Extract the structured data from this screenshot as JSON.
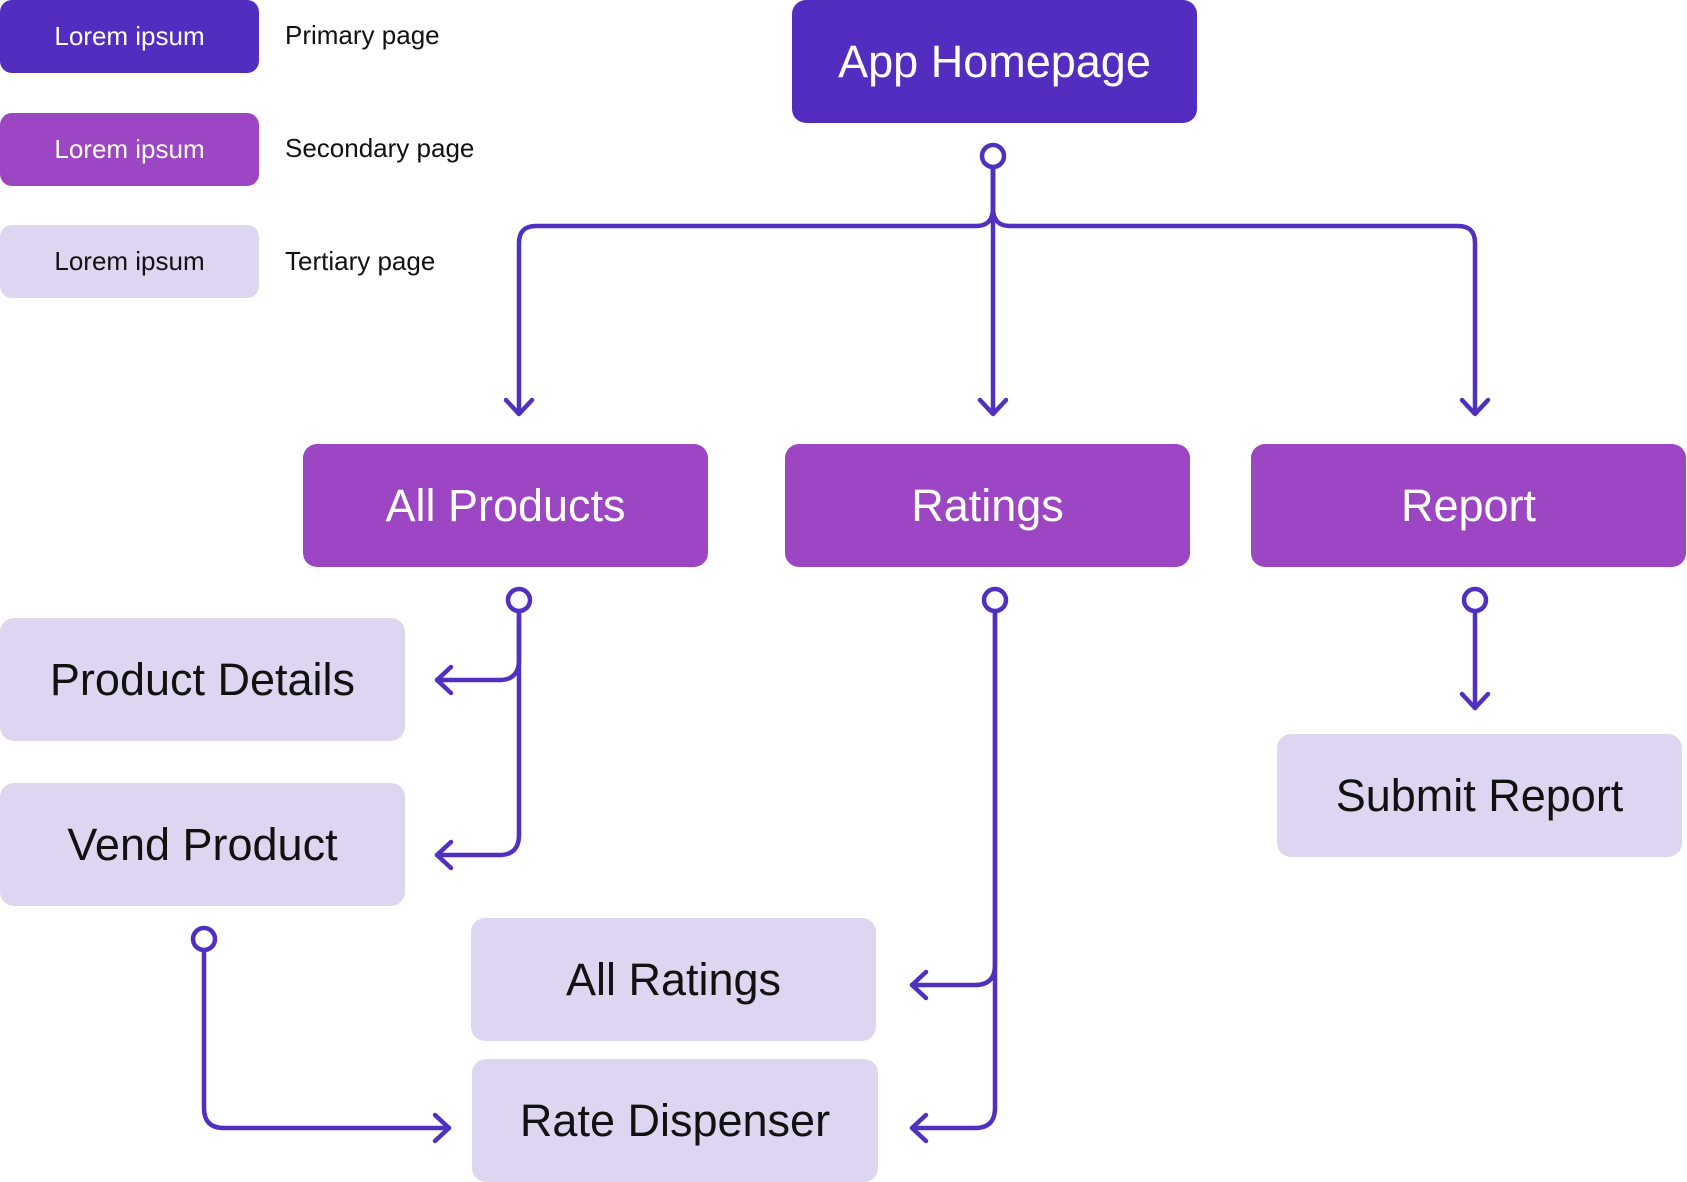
{
  "legend": [
    {
      "swatch_label": "Lorem ipsum",
      "description": "Primary page",
      "level": "primary"
    },
    {
      "swatch_label": "Lorem ipsum",
      "description": "Secondary page",
      "level": "secondary"
    },
    {
      "swatch_label": "Lorem ipsum",
      "description": "Tertiary page",
      "level": "tertiary"
    }
  ],
  "colors": {
    "primary": "#522dc0",
    "secondary": "#9c46c4",
    "tertiary": "#ded6f1",
    "connector": "#5030c0"
  },
  "nodes": {
    "app_homepage": {
      "label": "App Homepage",
      "level": "primary"
    },
    "all_products": {
      "label": "All Products",
      "level": "secondary"
    },
    "ratings": {
      "label": "Ratings",
      "level": "secondary"
    },
    "report": {
      "label": "Report",
      "level": "secondary"
    },
    "product_details": {
      "label": "Product Details",
      "level": "tertiary"
    },
    "vend_product": {
      "label": "Vend Product",
      "level": "tertiary"
    },
    "all_ratings": {
      "label": "All Ratings",
      "level": "tertiary"
    },
    "rate_dispenser": {
      "label": "Rate Dispenser",
      "level": "tertiary"
    },
    "submit_report": {
      "label": "Submit Report",
      "level": "tertiary"
    }
  },
  "edges": [
    {
      "from": "app_homepage",
      "to": "all_products"
    },
    {
      "from": "app_homepage",
      "to": "ratings"
    },
    {
      "from": "app_homepage",
      "to": "report"
    },
    {
      "from": "all_products",
      "to": "product_details"
    },
    {
      "from": "all_products",
      "to": "vend_product"
    },
    {
      "from": "ratings",
      "to": "all_ratings"
    },
    {
      "from": "ratings",
      "to": "rate_dispenser"
    },
    {
      "from": "report",
      "to": "submit_report"
    },
    {
      "from": "vend_product",
      "to": "rate_dispenser"
    }
  ]
}
